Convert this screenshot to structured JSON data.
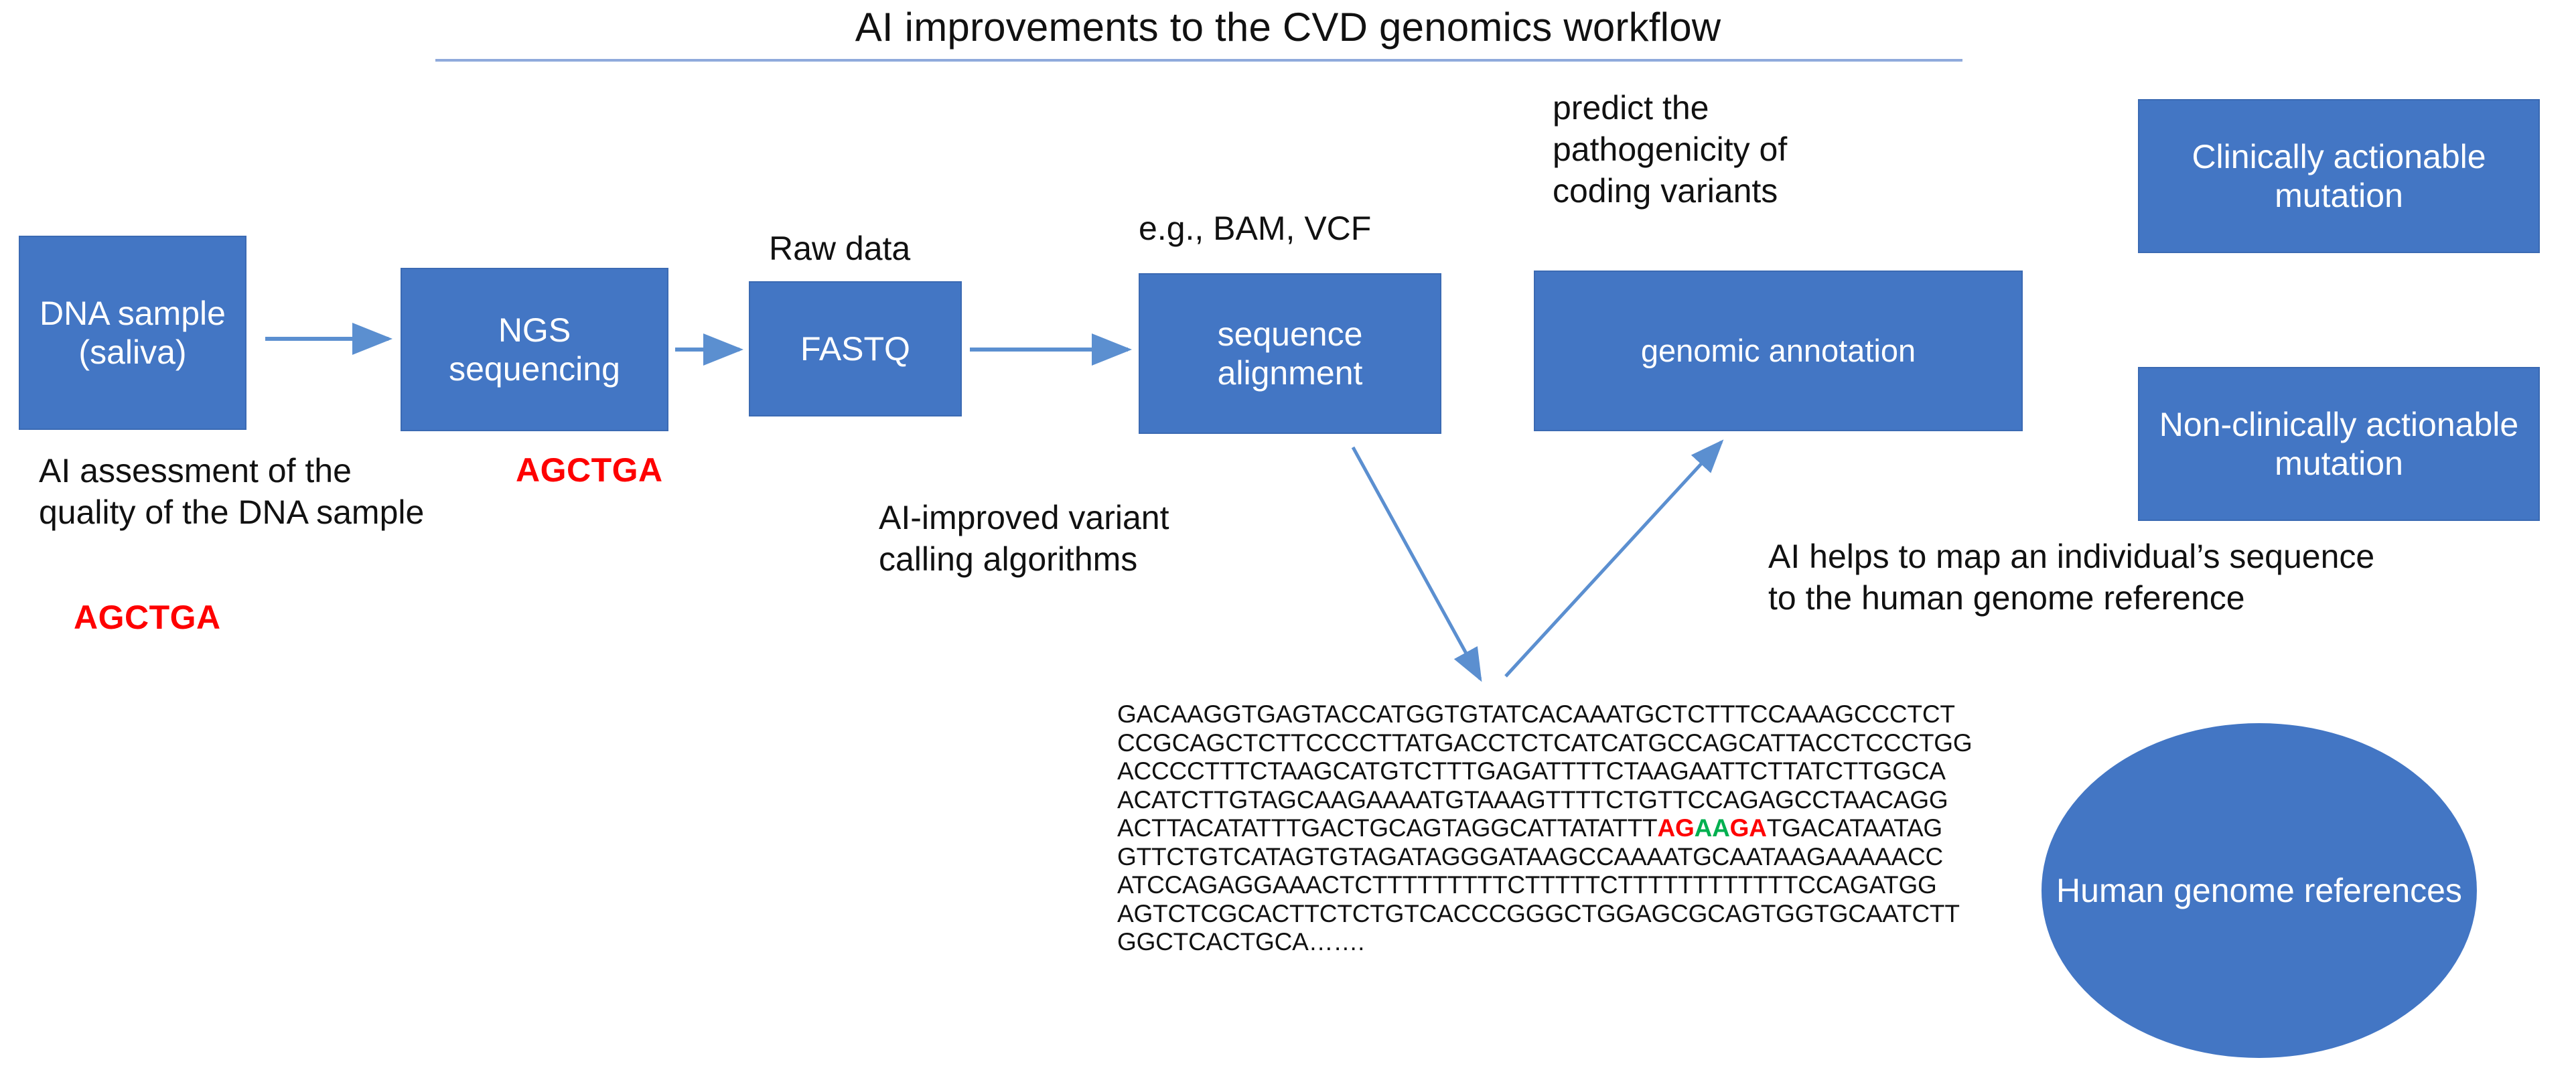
{
  "title": {
    "text": "AI improvements to the CVD genomics workflow"
  },
  "colors": {
    "box_fill": "#4376c4",
    "box_border": "#3b6ab3",
    "arrow": "#5b8fd0",
    "title_rule": "#8faadc",
    "highlight_red": "#fe0000",
    "highlight_green": "#00b050"
  },
  "boxes": {
    "dna_sample": "DNA sample (saliva)",
    "ngs_sequencing": "NGS sequencing",
    "fastq": "FASTQ",
    "sequence_alignment": "sequence alignment",
    "genomic_annotation": "genomic annotation",
    "clinically_actionable": "Clinically actionable mutation",
    "non_clinically_actionable": "Non-clinically actionable mutation",
    "human_genome_references": "Human genome references"
  },
  "captions": {
    "raw_data": "Raw data",
    "bam_vcf": "e.g., BAM, VCF",
    "predict_pathogenicity": "predict the\npathogenicity of\ncoding variants",
    "ai_quality": "AI assessment of the\nquality of the DNA sample",
    "ai_variant_calling": "AI-improved variant\ncalling algorithms",
    "ai_mapping": "AI helps to map an individual’s sequence\nto the human genome reference"
  },
  "markers": {
    "agctga_top": "AGCTGA",
    "agctga_bottom": "AGCTGA"
  },
  "sequence": {
    "lines": [
      [
        {
          "t": "GACAAGGTGAGTACCATGGTGTATCACAAATGCTCTTTCCAAAGCCCTCT",
          "c": "black"
        }
      ],
      [
        {
          "t": "CCGCAGCTCTTCCCCTTATGACCTCTCATCATGCCAGCATTACCTCCCTGG",
          "c": "black"
        }
      ],
      [
        {
          "t": "ACCCCTTTCTAAGCATGTCTTTGAGATTTTCTAAGAATTCTTATCTTGGCA",
          "c": "black"
        }
      ],
      [
        {
          "t": "ACATCTTGTAGCAAGAAAATGTAAAGTTTTCTGTTCCAGAGCCTAACAGG",
          "c": "black"
        }
      ],
      [
        {
          "t": "ACTTACATATTTGACTGCAGTAGGCATTATATTT",
          "c": "black"
        },
        {
          "t": "AG",
          "c": "red"
        },
        {
          "t": "AA",
          "c": "green"
        },
        {
          "t": "GA",
          "c": "red"
        },
        {
          "t": "TGACATAATAG",
          "c": "black"
        }
      ],
      [
        {
          "t": "GTTCTGTCATAGTGTAGATAGGGATAAGCCAAAATGCAATAAGAAAAACC",
          "c": "black"
        }
      ],
      [
        {
          "t": "ATCCAGAGGAAACTCTTTTTTTTTCTTTTTCTTTTTTTTTTTTCCAGATGG",
          "c": "black"
        }
      ],
      [
        {
          "t": "AGTCTCGCACTTCTCTGTCACCCGGGCTGGAGCGCAGTGGTGCAATCTT",
          "c": "black"
        }
      ],
      [
        {
          "t": "GGCTCACTGCA…….",
          "c": "black"
        }
      ]
    ]
  }
}
